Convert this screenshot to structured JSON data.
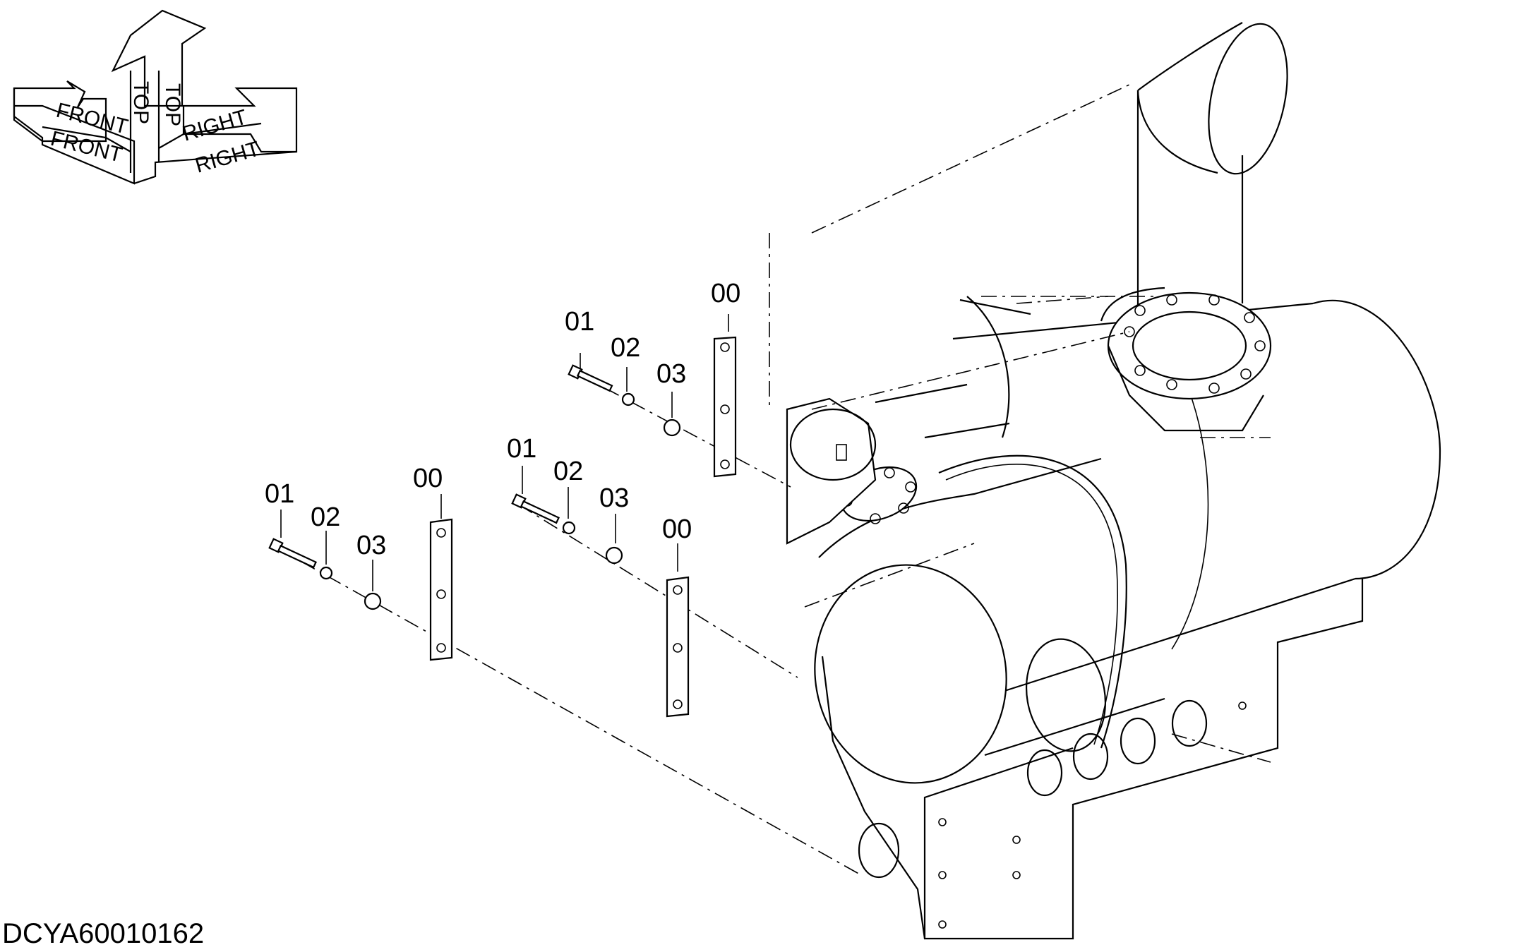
{
  "orientation": {
    "front_upper": "FRONT",
    "front_lower": "FRONT",
    "top_inner": "TOP",
    "top_outer": "TOP",
    "right_upper": "RIGHT",
    "right_lower": "RIGHT"
  },
  "callouts": {
    "group_upper": {
      "bolt": "01",
      "washer_a": "02",
      "washer_b": "03",
      "bracket": "00"
    },
    "group_middle": {
      "bolt": "01",
      "washer_a": "02",
      "washer_b": "03",
      "bracket": "00"
    },
    "group_left": {
      "bolt": "01",
      "washer_a": "02",
      "washer_b": "03",
      "bracket": "00"
    }
  },
  "drawing_id": "DCYA60010162"
}
